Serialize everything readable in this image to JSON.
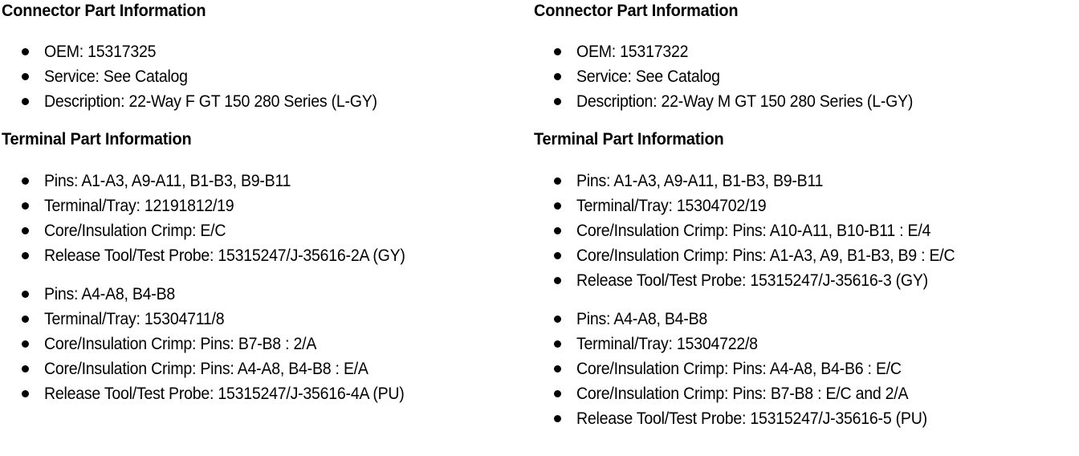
{
  "document": {
    "background_color": "#ffffff",
    "text_color": "#000000",
    "columns": [
      {
        "id": "left",
        "sections": [
          {
            "heading": "Connector Part Information",
            "groups": [
              {
                "items": [
                  "OEM: 15317325",
                  "Service: See Catalog",
                  "Description: 22-Way F GT 150 280 Series (L-GY)"
                ]
              }
            ]
          },
          {
            "heading": "Terminal Part Information",
            "groups": [
              {
                "items": [
                  "Pins: A1-A3, A9-A11, B1-B3, B9-B11",
                  "Terminal/Tray: 12191812/19",
                  "Core/Insulation Crimp: E/C",
                  "Release Tool/Test Probe: 15315247/J-35616-2A (GY)"
                ]
              },
              {
                "items": [
                  "Pins: A4-A8, B4-B8",
                  "Terminal/Tray: 15304711/8",
                  "Core/Insulation Crimp: Pins: B7-B8 : 2/A",
                  "Core/Insulation Crimp: Pins: A4-A8, B4-B8 : E/A",
                  "Release Tool/Test Probe: 15315247/J-35616-4A (PU)"
                ]
              }
            ]
          }
        ]
      },
      {
        "id": "right",
        "sections": [
          {
            "heading": "Connector Part Information",
            "groups": [
              {
                "items": [
                  "OEM: 15317322",
                  "Service: See Catalog",
                  "Description: 22-Way M GT 150 280 Series (L-GY)"
                ]
              }
            ]
          },
          {
            "heading": "Terminal Part Information",
            "groups": [
              {
                "items": [
                  "Pins: A1-A3, A9-A11, B1-B3, B9-B11",
                  "Terminal/Tray: 15304702/19",
                  "Core/Insulation Crimp: Pins: A10-A11, B10-B11 : E/4",
                  "Core/Insulation Crimp: Pins: A1-A3, A9, B1-B3, B9 : E/C",
                  "Release Tool/Test Probe: 15315247/J-35616-3 (GY)"
                ]
              },
              {
                "items": [
                  "Pins: A4-A8, B4-B8",
                  "Terminal/Tray: 15304722/8",
                  "Core/Insulation Crimp: Pins: A4-A8, B4-B6 : E/C",
                  "Core/Insulation Crimp: Pins: B7-B8 : E/C and 2/A",
                  "Release Tool/Test Probe: 15315247/J-35616-5 (PU)"
                ]
              }
            ]
          }
        ]
      }
    ]
  }
}
